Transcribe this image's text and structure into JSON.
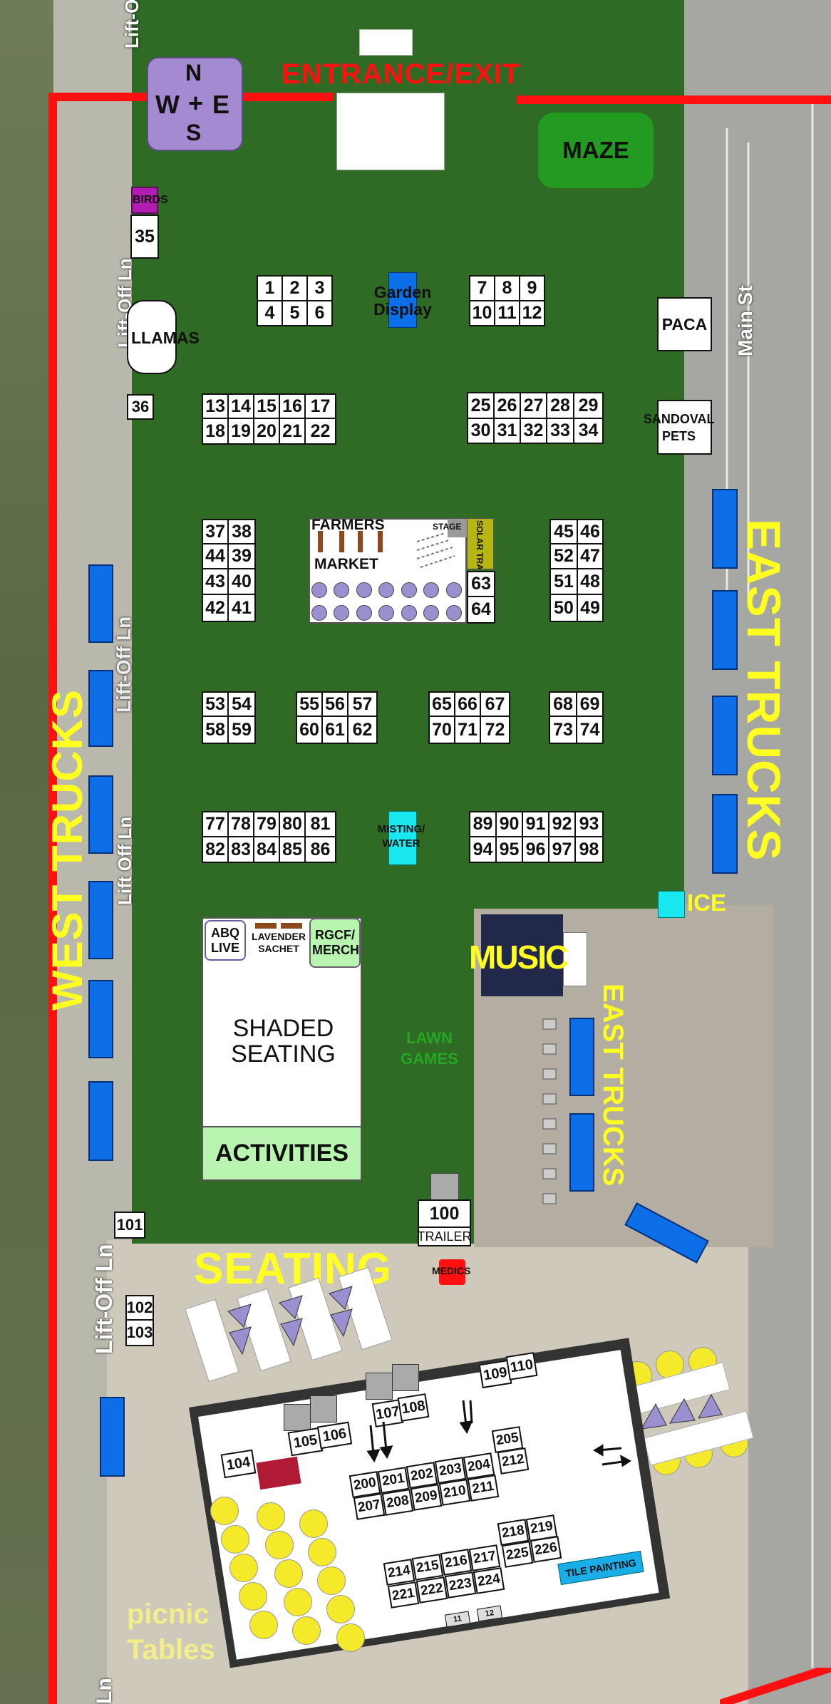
{
  "labels": {
    "entrance": "ENTRANCE/EXIT",
    "maze": "MAZE",
    "birds": "BIRDS",
    "llamas": "LLAMAS",
    "paca": "PACA",
    "sandoval_pets": "SANDOVAL PETS",
    "garden_display": "Garden Display",
    "farmers_market": "FARMERS MARKET",
    "farmers": "FARMERS",
    "market": "MARKET",
    "stage": "STAGE",
    "solar_trailer": "SOLAR TRAILER",
    "misting_water": "MISTING/ WATER",
    "ice": "ICE",
    "music": "MUSIC",
    "abq_live": "ABQ LIVE",
    "lavender_sachet": "LAVENDER SACHET",
    "rgcf_merch": "RGCF/ MERCH",
    "shaded_seating": "SHADED SEATING",
    "activities": "ACTIVITIES",
    "lawn_games": "LAWN GAMES",
    "trailer": "TRAILER",
    "medics": "MEDICS",
    "seating": "SEATING",
    "west_trucks": "WEST TRUCKS",
    "east_trucks_main": "EAST TRUCKS",
    "east_trucks_small": "EAST TRUCKS",
    "tile_painting": "TILE PAINTING",
    "picnic_tables": "picnic Tables"
  },
  "compass": {
    "n": "N",
    "s": "S",
    "w": "W",
    "e": "E",
    "cross": "+"
  },
  "roads": {
    "lift_off_1": "Lift-Off",
    "lift_off_2": "Lift-Off Ln",
    "lift_off_3": "Lift-Off Ln",
    "lift_off_4": "Lift Off Ln",
    "lift_off_5": "Lift-Off Ln",
    "ln_bottom": "Ln",
    "main_st": "Main St"
  },
  "booths": {
    "b1": "1",
    "b2": "2",
    "b3": "3",
    "b4": "4",
    "b5": "5",
    "b6": "6",
    "b7": "7",
    "b8": "8",
    "b9": "9",
    "b10": "10",
    "b11": "11",
    "b12": "12",
    "b13": "13",
    "b14": "14",
    "b15": "15",
    "b16": "16",
    "b17": "17",
    "b18": "18",
    "b19": "19",
    "b20": "20",
    "b21": "21",
    "b22": "22",
    "b25": "25",
    "b26": "26",
    "b27": "27",
    "b28": "28",
    "b29": "29",
    "b30": "30",
    "b31": "31",
    "b32": "32",
    "b33": "33",
    "b34": "34",
    "b35": "35",
    "b36": "36",
    "b37": "37",
    "b38": "38",
    "b44": "44",
    "b39": "39",
    "b43": "43",
    "b40": "40",
    "b42": "42",
    "b41": "41",
    "b45": "45",
    "b46": "46",
    "b52": "52",
    "b47": "47",
    "b51": "51",
    "b48": "48",
    "b50": "50",
    "b49": "49",
    "b63": "63",
    "b64": "64",
    "b53": "53",
    "b54": "54",
    "b58": "58",
    "b59": "59",
    "b55": "55",
    "b56": "56",
    "b57": "57",
    "b60": "60",
    "b61": "61",
    "b62": "62",
    "b65": "65",
    "b66": "66",
    "b67": "67",
    "b70": "70",
    "b71": "71",
    "b72": "72",
    "b68": "68",
    "b69": "69",
    "b73": "73",
    "b74": "74",
    "b77": "77",
    "b78": "78",
    "b79": "79",
    "b80": "80",
    "b81": "81",
    "b82": "82",
    "b83": "83",
    "b84": "84",
    "b85": "85",
    "b86": "86",
    "b89": "89",
    "b90": "90",
    "b91": "91",
    "b92": "92",
    "b93": "93",
    "b94": "94",
    "b95": "95",
    "b96": "96",
    "b97": "97",
    "b98": "98",
    "b100": "100",
    "b101": "101",
    "b102": "102",
    "b103": "103",
    "b104": "104",
    "b105": "105",
    "b106": "106",
    "b107": "107",
    "b108": "108",
    "b109": "109",
    "b110": "110",
    "b200": "200",
    "b201": "201",
    "b202": "202",
    "b203": "203",
    "b204": "204",
    "b205": "205",
    "b207": "207",
    "b208": "208",
    "b209": "209",
    "b210": "210",
    "b211": "211",
    "b212": "212",
    "b214": "214",
    "b215": "215",
    "b216": "216",
    "b217": "217",
    "b218": "218",
    "b219": "219",
    "b221": "221",
    "b222": "222",
    "b223": "223",
    "b224": "224",
    "b225": "225",
    "b226": "226",
    "s11": "11",
    "s12": "12"
  },
  "colors": {
    "grass": "#2f6b25",
    "truck_blue": "#0d6fe8",
    "boundary_red": "#ff1010",
    "label_yellow": "#ffff22",
    "compass_purple": "#a48ad0",
    "maze_green": "#239b21",
    "ice_cyan": "#19e8f0",
    "activities_green": "#b9f5b0",
    "llama_lavender": "#c3b6e6"
  }
}
